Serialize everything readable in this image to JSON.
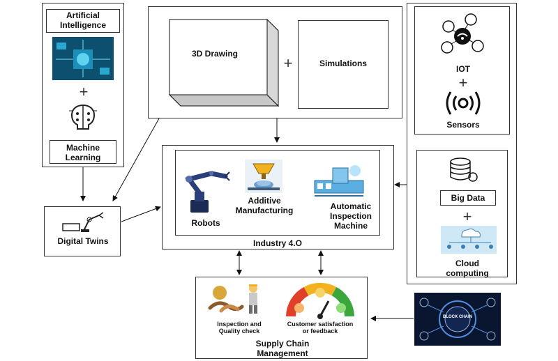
{
  "left_panel": {
    "ai_label": "Artificial Intelligence",
    "plus": "+",
    "ml_label": "Machine Learning"
  },
  "digital_twins": "Digital Twins",
  "top_center": {
    "drawing": "3D Drawing",
    "plus": "+",
    "simulations": "Simulations"
  },
  "industry": {
    "title": "Industry 4.O",
    "robots": "Robots",
    "additive": "Additive Manufacturing",
    "inspection": "Automatic Inspection Machine"
  },
  "right_panel": {
    "iot": "IOT",
    "plus1": "+",
    "sensors": "Sensors",
    "big_data": "Big Data",
    "plus2": "+",
    "cloud": "Cloud computing"
  },
  "supply_chain": {
    "title": "Supply Chain Management",
    "inspection_quality": "Inspection and Quality check",
    "customer": "Customer satisfaction or feedback"
  },
  "blockchain": {
    "label": "BLOCK CHAIN"
  }
}
